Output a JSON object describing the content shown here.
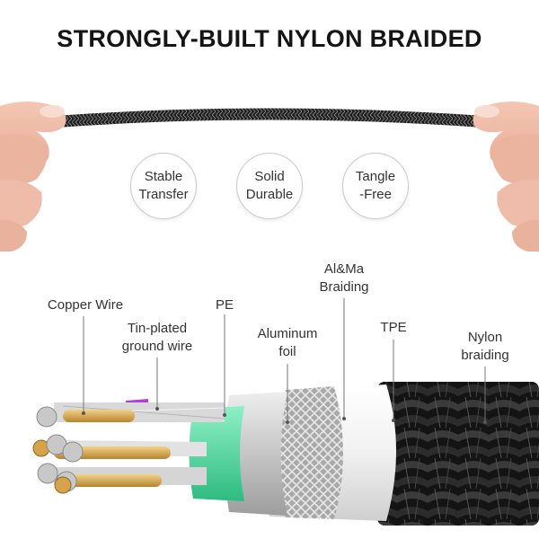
{
  "headline": "STRONGLY-BUILT NYLON BRAIDED",
  "features": [
    {
      "line1": "Stable",
      "line2": "Transfer"
    },
    {
      "line1": "Solid",
      "line2": "Durable"
    },
    {
      "line1": "Tangle",
      "line2": "-Free"
    }
  ],
  "layers": {
    "copper_wire": {
      "line1": "Copper Wire"
    },
    "tin_plated": {
      "line1": "Tin-plated",
      "line2": "ground wire"
    },
    "pe": {
      "line1": "PE"
    },
    "aluminum": {
      "line1": "Aluminum",
      "line2": "foil"
    },
    "almg": {
      "line1": "Al&Ma",
      "line2": "Braiding"
    },
    "tpe": {
      "line1": "TPE"
    },
    "nylon": {
      "line1": "Nylon",
      "line2": "braiding"
    }
  }
}
